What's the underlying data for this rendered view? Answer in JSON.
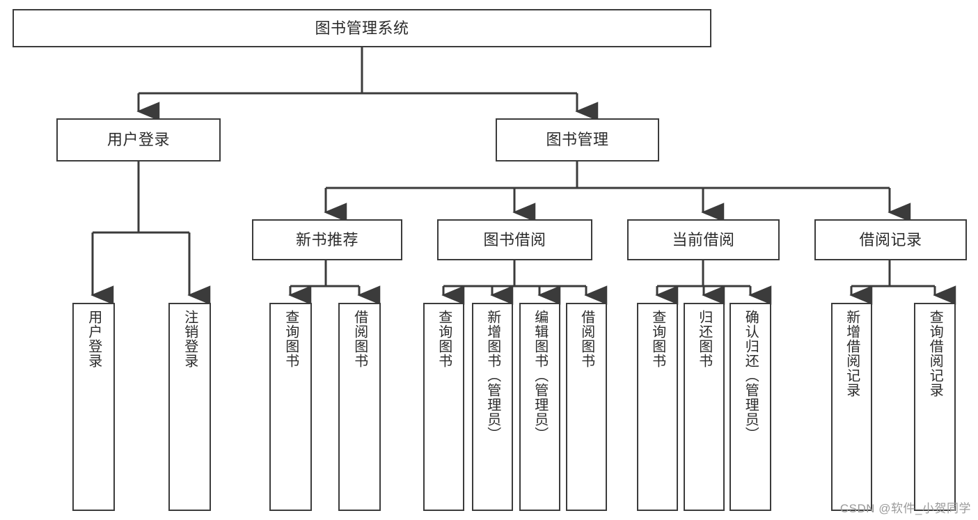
{
  "diagram": {
    "title": "图书管理系统",
    "type": "tree-hierarchy",
    "stroke_color": "#3b3b3b",
    "text_color": "#2b2b2b",
    "background_color": "#ffffff"
  },
  "nodes": {
    "root": {
      "label": "图书管理系统"
    },
    "level2": [
      {
        "label": "用户登录"
      },
      {
        "label": "图书管理"
      }
    ],
    "level3": [
      {
        "label": "新书推荐"
      },
      {
        "label": "图书借阅"
      },
      {
        "label": "当前借阅"
      },
      {
        "label": "借阅记录"
      }
    ],
    "leaves": [
      {
        "label": "用户登录"
      },
      {
        "label": "注销登录"
      },
      {
        "label": "查询图书"
      },
      {
        "label": "借阅图书"
      },
      {
        "label": "查询图书"
      },
      {
        "label": "新增图书（管理员）"
      },
      {
        "label": "编辑图书（管理员）"
      },
      {
        "label": "借阅图书"
      },
      {
        "label": "查询图书"
      },
      {
        "label": "归还图书"
      },
      {
        "label": "确认归还（管理员）"
      },
      {
        "label": "新增借阅记录"
      },
      {
        "label": "查询借阅记录"
      }
    ]
  },
  "watermark": {
    "text": "CSDN @软件_小贺同学"
  }
}
